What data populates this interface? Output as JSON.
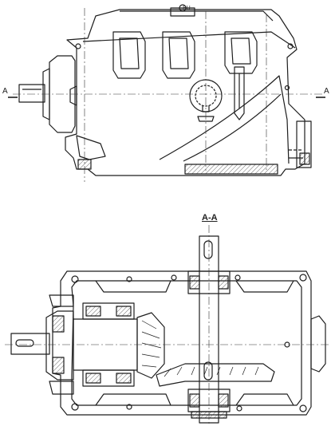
{
  "labels": {
    "section_left": "A",
    "section_right": "A",
    "section_view_title": "A-A",
    "bolt_marking": "SU"
  },
  "colors": {
    "line": "#1e1e1e",
    "hatch": "#444444",
    "background": "#ffffff"
  }
}
